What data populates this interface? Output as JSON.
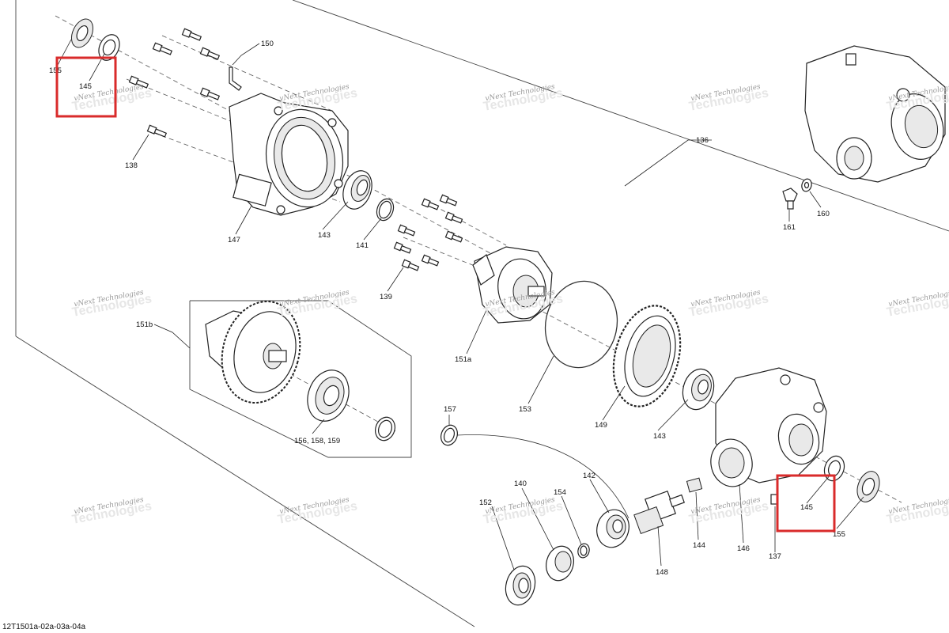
{
  "diagram": {
    "reference_code": "12T1501a-02a-03a-04a",
    "highlight_color": "#d92b2b",
    "callouts": {
      "c155a": "155",
      "c145a": "145",
      "c150": "150",
      "c138": "138",
      "c147": "147",
      "c143a": "143",
      "c141": "141",
      "c139": "139",
      "c136": "136",
      "c161": "161",
      "c160": "160",
      "c151b": "151b",
      "c151a": "151a",
      "c153": "153",
      "c149": "149",
      "c143b": "143",
      "c156group": "156, 158, 159",
      "c157": "157",
      "c152": "152",
      "c140": "140",
      "c154": "154",
      "c142": "142",
      "c148": "148",
      "c144": "144",
      "c146": "146",
      "c137": "137",
      "c145b": "145",
      "c155b": "155"
    },
    "watermark": {
      "line1": "vNext Technologies",
      "line2": "Technologies"
    }
  }
}
